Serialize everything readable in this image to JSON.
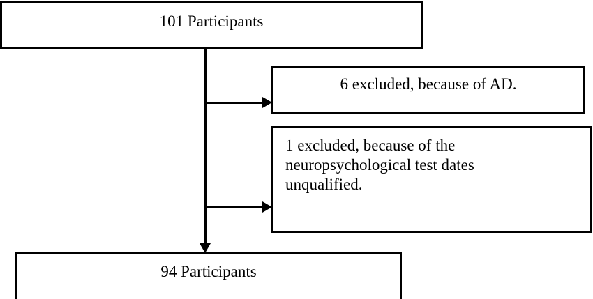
{
  "figure": {
    "type": "flowchart",
    "orientation": "vertical-with-right-branches",
    "background_color": "#ffffff",
    "line_color": "#000000",
    "text_color": "#000000"
  },
  "nodes": {
    "start": {
      "label": "101 Participants",
      "align": "center"
    },
    "excluded_ad": {
      "label": "6 excluded, because of AD.",
      "align": "center"
    },
    "excluded_test_dates": {
      "label": "1 excluded, because of the\nneuropsychological test dates\nunqualified.",
      "align": "left"
    },
    "final": {
      "label": "94 Participants",
      "align": "center"
    }
  },
  "connectors": [
    {
      "name": "main-spine",
      "from": "start",
      "to": "final",
      "kind": "vertical-arrow"
    },
    {
      "name": "branch-to-excluded-ad",
      "from": "main-spine",
      "to": "excluded_ad",
      "kind": "horizontal-arrow"
    },
    {
      "name": "branch-to-excluded-test-dates",
      "from": "main-spine",
      "to": "excluded_test_dates",
      "kind": "horizontal-arrow"
    }
  ]
}
